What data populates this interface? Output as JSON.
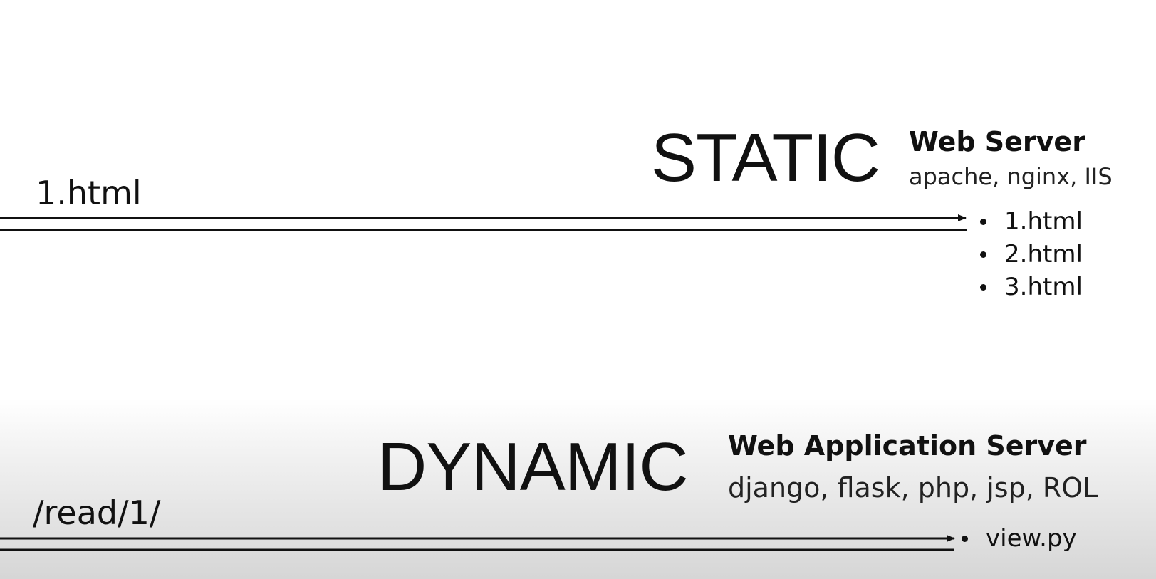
{
  "static": {
    "title": "STATIC",
    "server_title": "Web Server",
    "server_examples": "apache, nginx, IIS",
    "request_path": "1.html",
    "files": [
      "1.html",
      "2.html",
      "3.html"
    ]
  },
  "dynamic": {
    "title": "DYNAMIC",
    "server_title": "Web Application Server",
    "server_examples": "django, flask, php, jsp, ROL",
    "request_path": "/read/1/",
    "files": [
      "view.py"
    ]
  }
}
